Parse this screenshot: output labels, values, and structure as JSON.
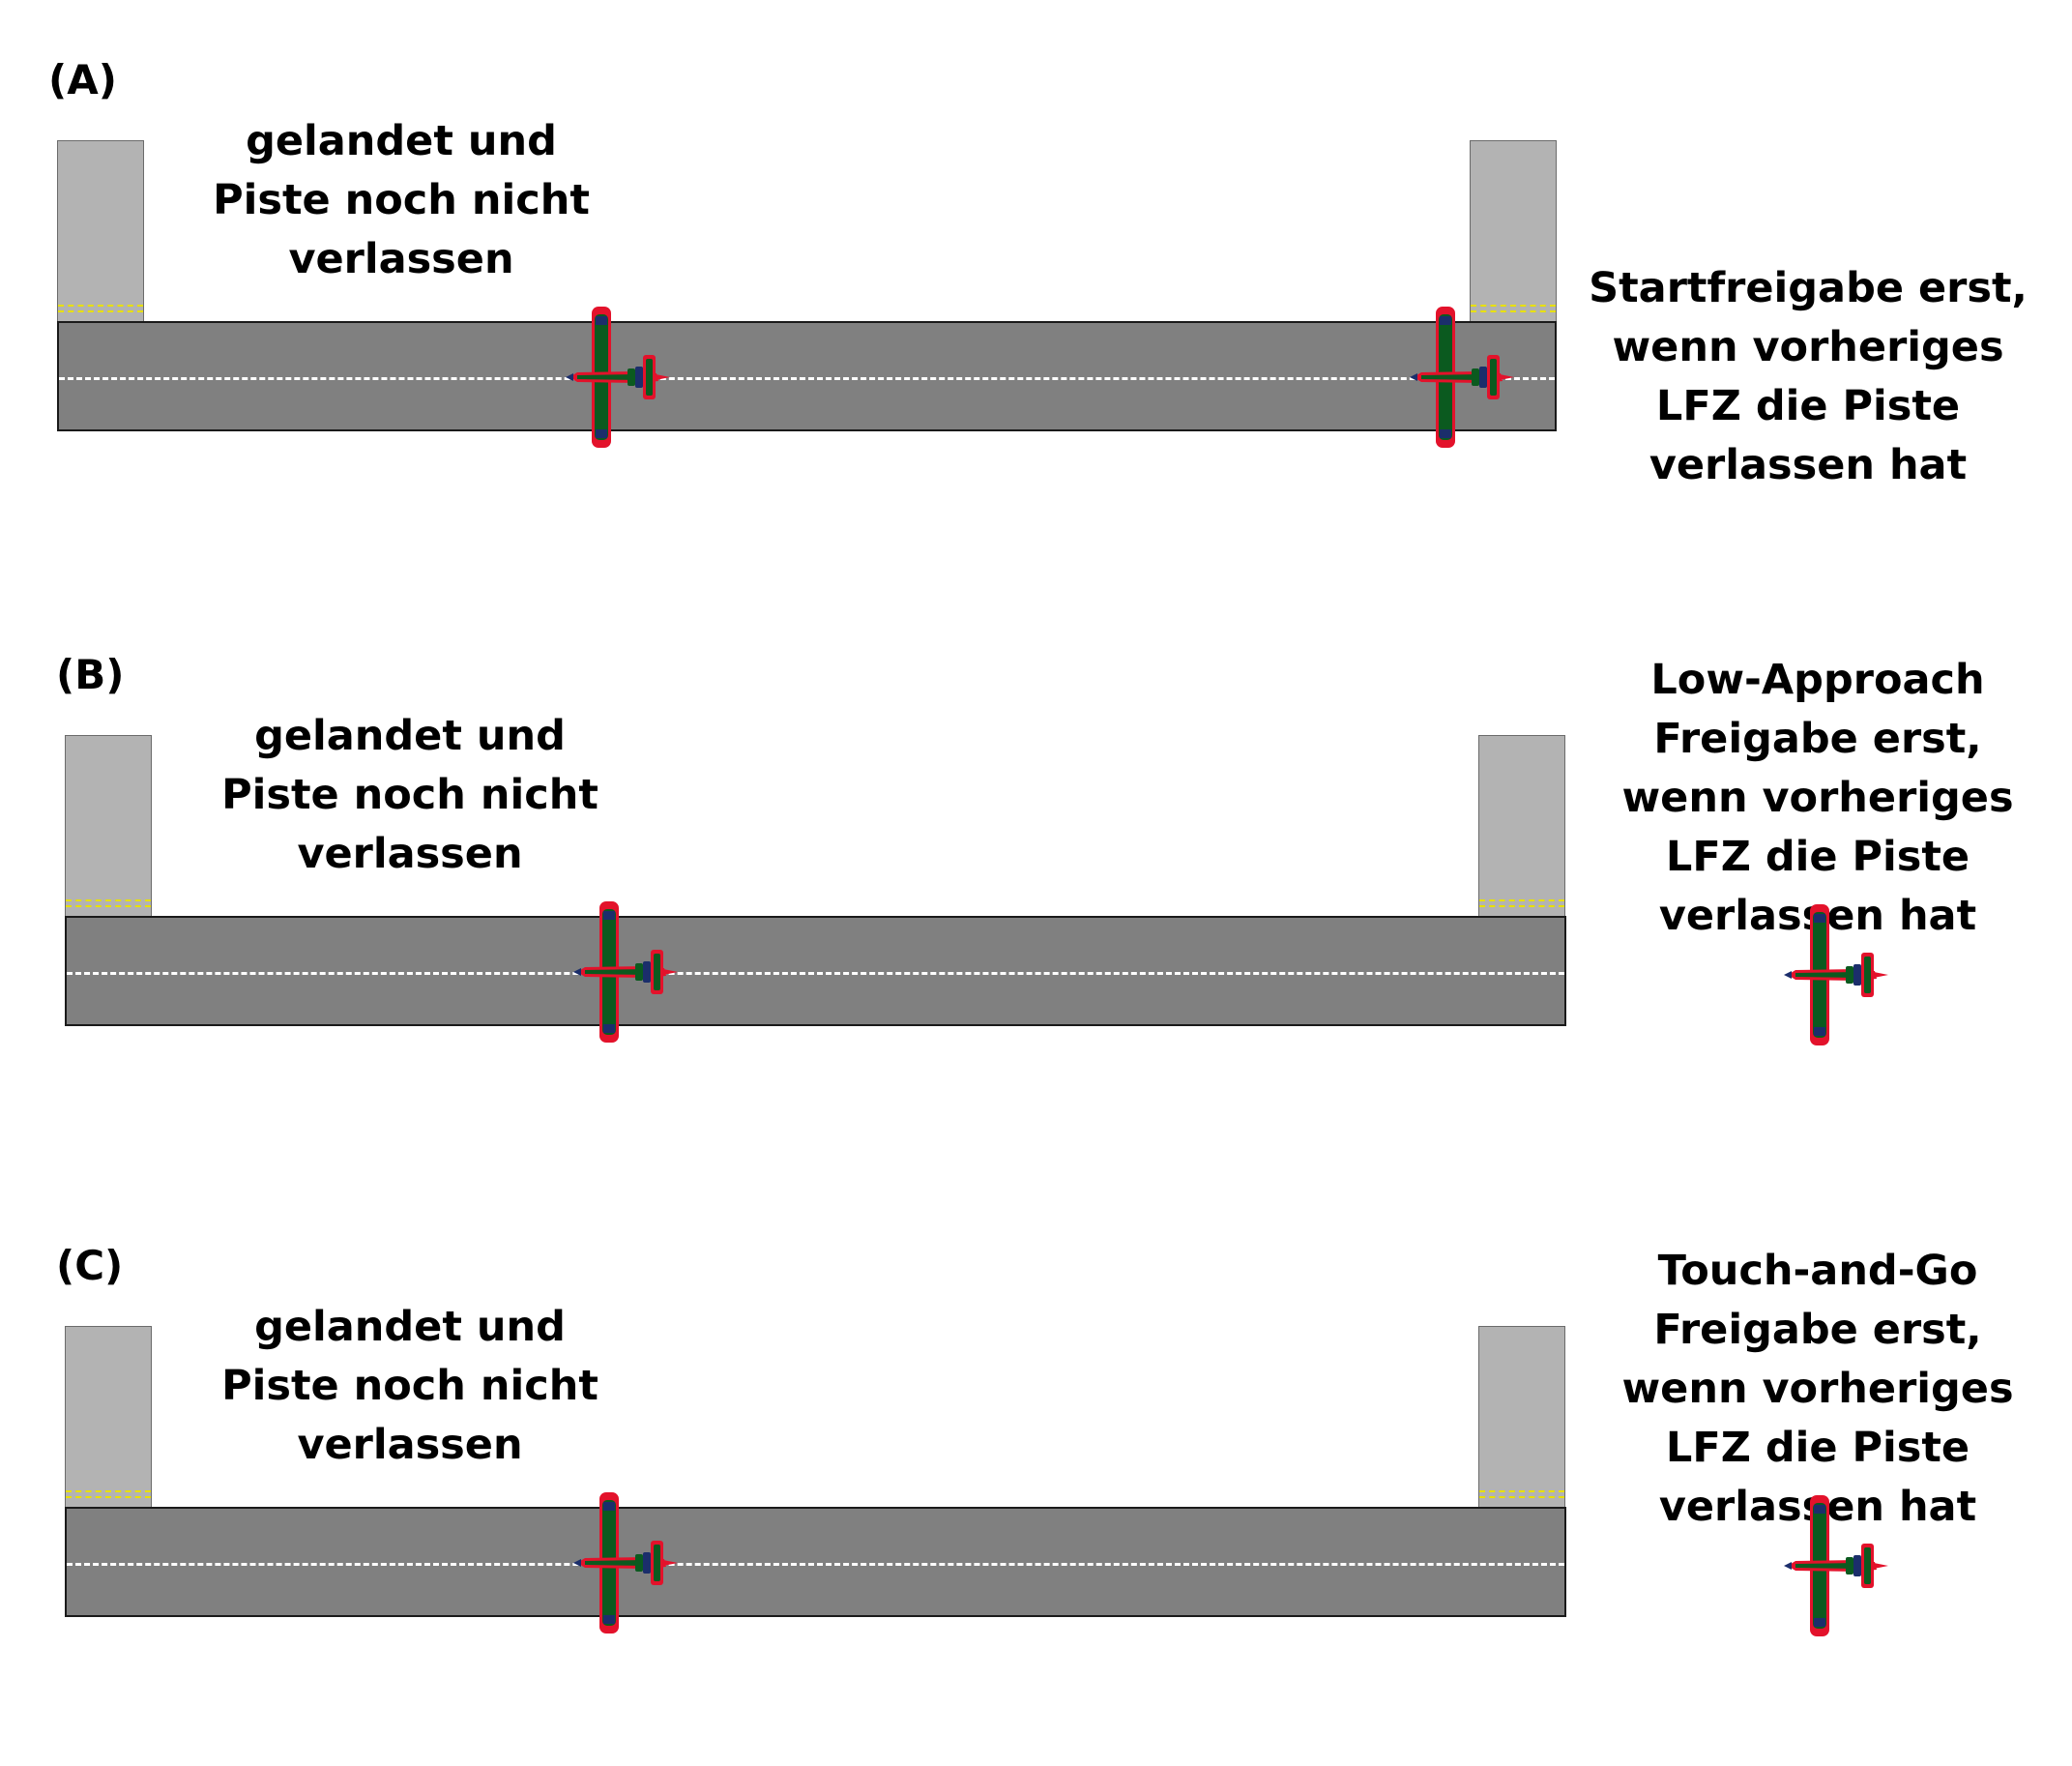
{
  "colors": {
    "runway": "#808080",
    "taxiway": "#b3b3b3",
    "centerline": "#ffffff",
    "hold_line": "#e8e000",
    "aircraft_body": "#0b5a1f",
    "aircraft_outline": "#e3122b",
    "aircraft_detail": "#1b2e6b"
  },
  "panels": [
    {
      "label": "(A)",
      "landed_note": "gelandet und Piste noch nicht verlassen",
      "side_note": "Startfreigabe erst, wenn vorheriges LFZ die Piste verlassen hat",
      "icons": {
        "aircraft_on_runway": "aircraft-topview-icon",
        "aircraft_waiting": "aircraft-topview-icon"
      }
    },
    {
      "label": "(B)",
      "landed_note": "gelandet und Piste noch nicht verlassen",
      "side_note": "Low-Approach Freigabe erst, wenn vorheriges LFZ die Piste verlassen hat",
      "icons": {
        "aircraft_on_runway": "aircraft-topview-icon",
        "aircraft_approaching": "aircraft-topview-icon"
      }
    },
    {
      "label": "(C)",
      "landed_note": "gelandet und Piste noch nicht verlassen",
      "side_note": "Touch-and-Go Freigabe erst, wenn vorheriges LFZ die Piste verlassen hat",
      "icons": {
        "aircraft_on_runway": "aircraft-topview-icon",
        "aircraft_approaching": "aircraft-topview-icon"
      }
    }
  ]
}
